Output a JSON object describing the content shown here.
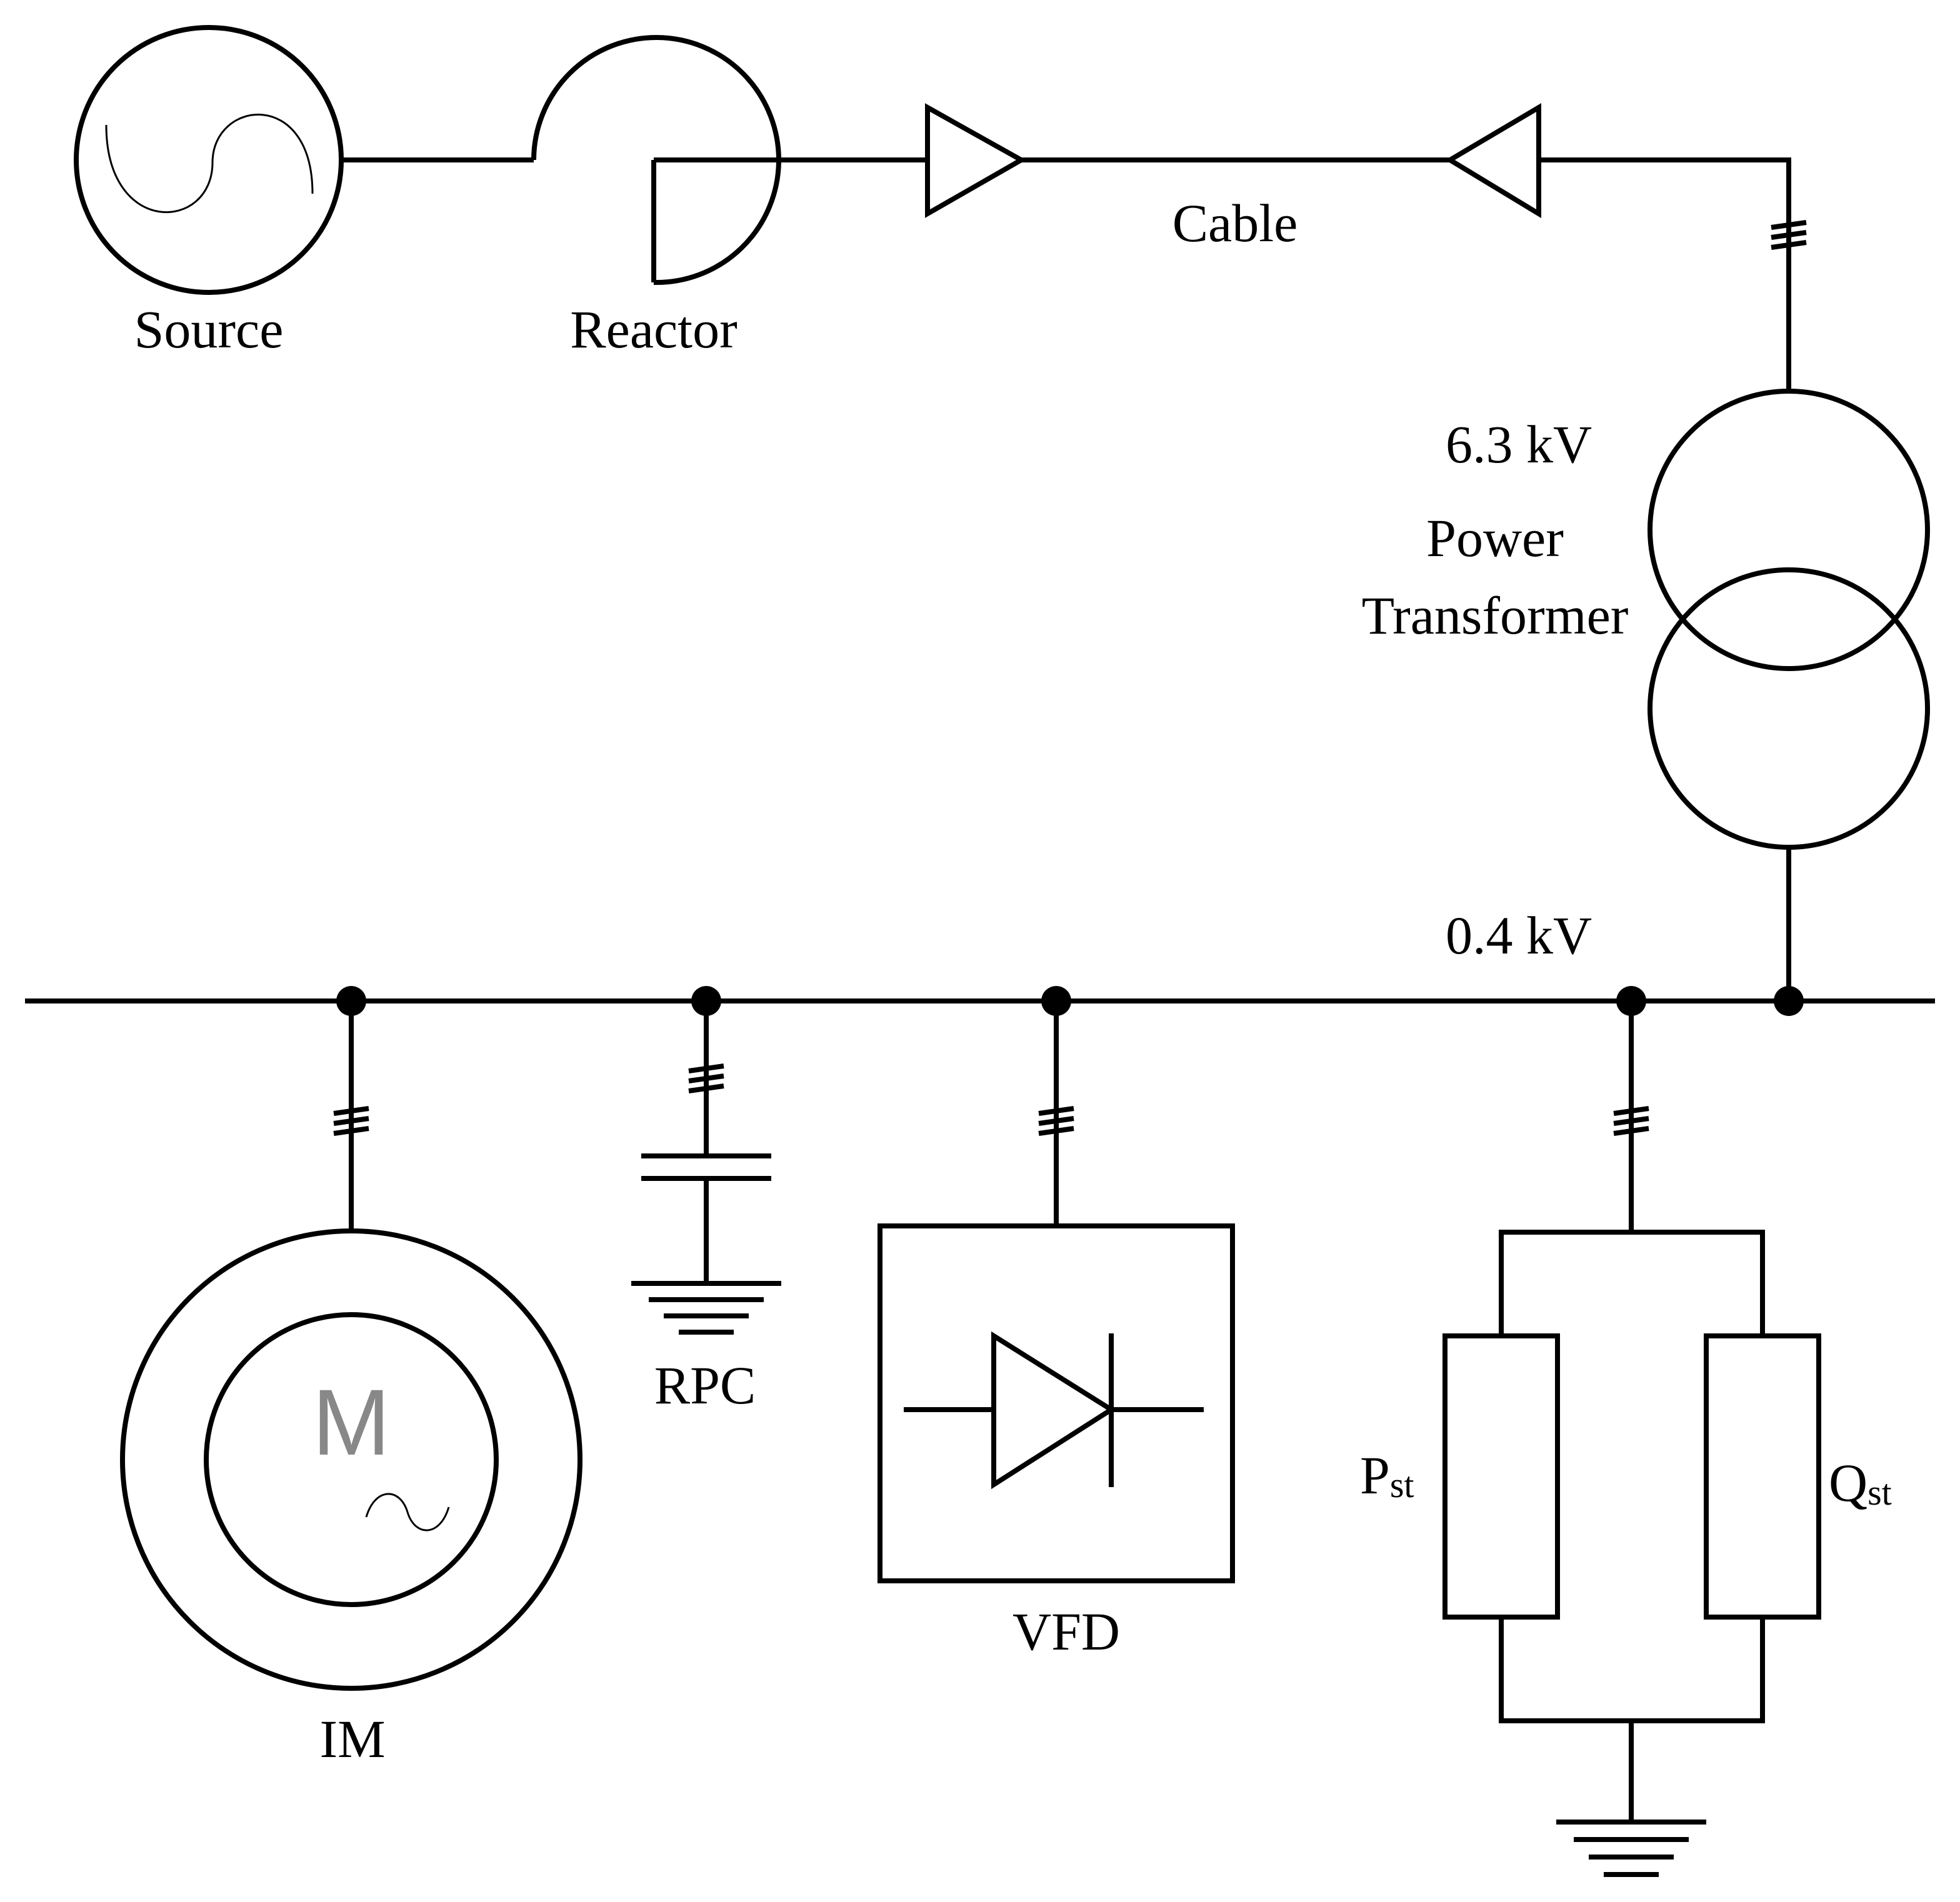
{
  "labels": {
    "source": "Source",
    "reactor": "Reactor",
    "cable": "Cable",
    "hv_voltage": "6.3 kV",
    "transformer_line1": "Power",
    "transformer_line2": "Transformer",
    "lv_voltage": "0.4 kV",
    "im": "IM",
    "rpc": "RPC",
    "vfd": "VFD",
    "p_main": "P",
    "p_sub": "st",
    "q_main": "Q",
    "q_sub": "st",
    "motor_symbol": "M"
  },
  "colors": {
    "line": "#000000",
    "motor_symbol": "#888888",
    "background": "#ffffff"
  }
}
